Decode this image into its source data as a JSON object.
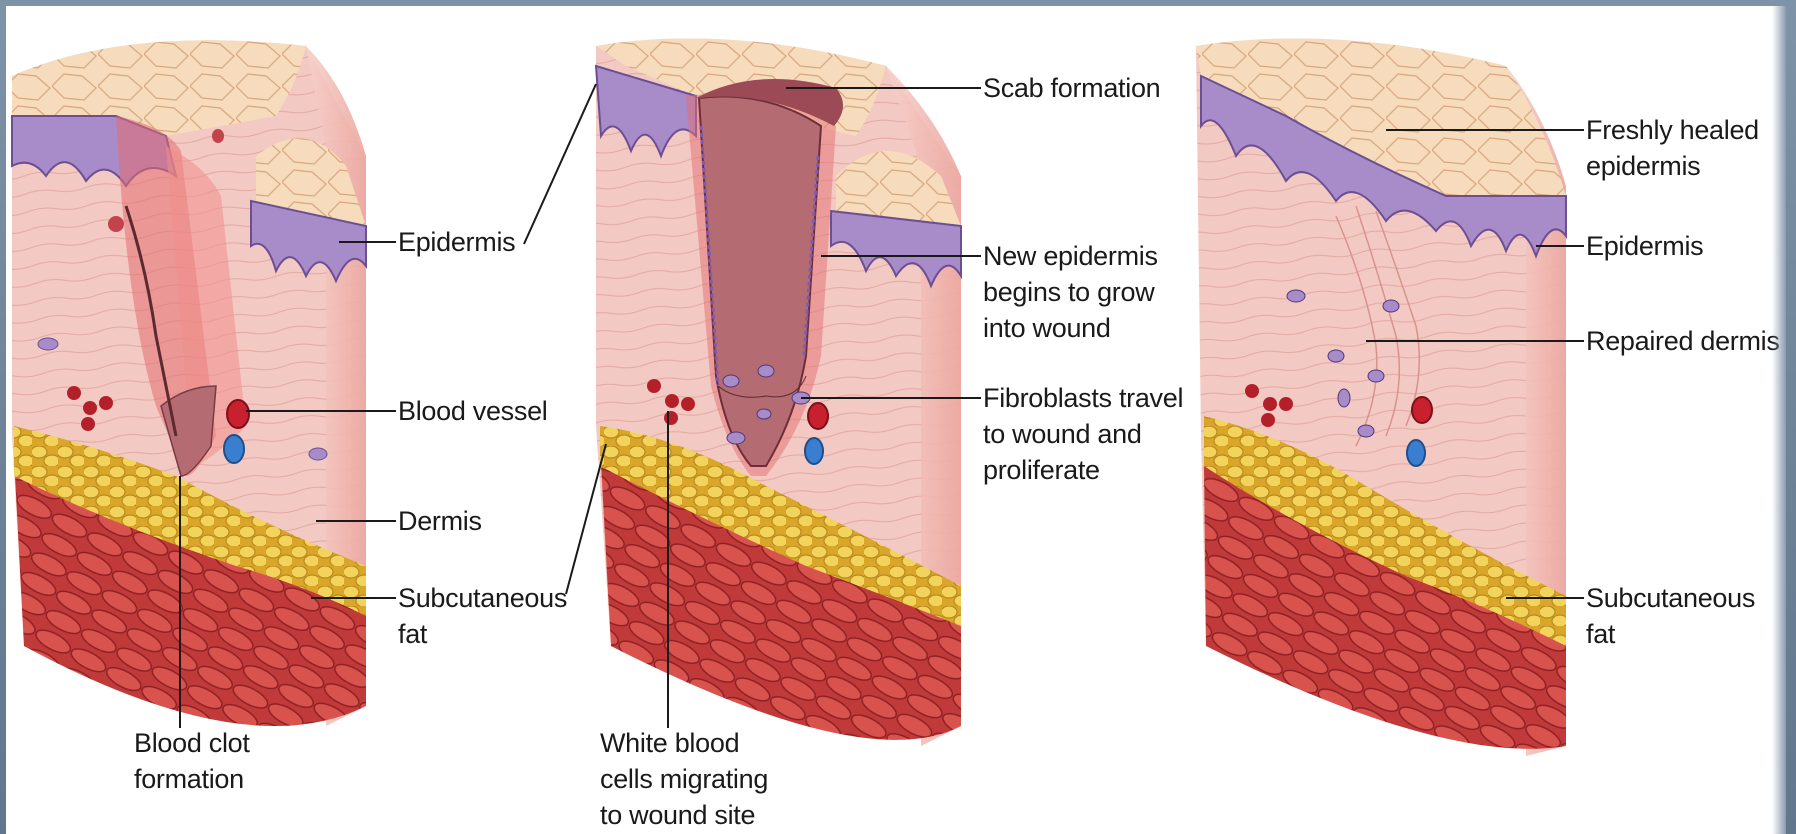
{
  "labels": {
    "epidermis_1": "Epidermis",
    "blood_vessel": "Blood vessel",
    "dermis": "Dermis",
    "subcutaneous_fat_1": "Subcutaneous\nfat",
    "blood_clot": "Blood clot\nformation",
    "scab": "Scab formation",
    "new_epidermis": "New epidermis\nbegins to grow\ninto wound",
    "fibroblasts": "Fibroblasts travel\nto wound and\nproliferate",
    "white_blood_cells": "White blood\ncells migrating\nto wound site",
    "freshly_healed": "Freshly healed\nepidermis",
    "epidermis_3": "Epidermis",
    "repaired_dermis": "Repaired dermis",
    "subcutaneous_fat_3": "Subcutaneous fat"
  },
  "colors": {
    "dermis": "#f3c6c0",
    "epidermis": "#a88bc9",
    "fat": "#e9c64a",
    "muscle": "#c8403f",
    "wound": "#b56b72",
    "surface": "#f5d8b6",
    "blood_red": "#c8202e",
    "blood_blue": "#3a7fcf"
  }
}
